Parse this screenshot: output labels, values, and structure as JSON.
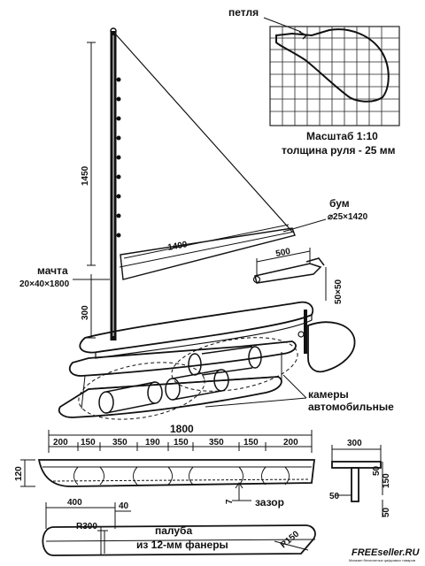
{
  "rudder_detail": {
    "loop_label": "петля",
    "scale_label": "Масштаб  1:10",
    "thickness_label": "толщина руля - 25 мм"
  },
  "mast": {
    "height_dim": "1450",
    "base_dim": "300",
    "label": "мачта",
    "size": "20×40×1800"
  },
  "boom": {
    "label": "бум",
    "size": "⌀25×1420",
    "length_dim": "1400"
  },
  "tiller": {
    "length_dim": "500",
    "section_dim": "50×50"
  },
  "hull": {
    "chambers_label_line1": "камеры",
    "chambers_label_line2": "автомобильные"
  },
  "side_view": {
    "total_dim": "1800",
    "segments": [
      "200",
      "150",
      "350",
      "190",
      "150",
      "350",
      "150",
      "200"
    ],
    "height_dim": "120",
    "gap_value": "7",
    "gap_label": "зазор"
  },
  "section_view": {
    "width_dim": "300",
    "dims": [
      "50",
      "150",
      "50",
      "50"
    ]
  },
  "deck_plan": {
    "dim_400": "400",
    "dim_40": "40",
    "radius_left": "R300",
    "radius_right": "R150",
    "label_line1": "палуба",
    "label_line2": "из 12-мм фанеры"
  },
  "watermark": {
    "brand": "FREEseller.RU",
    "tagline": "Магазин бесплатных цифровых товаров"
  }
}
